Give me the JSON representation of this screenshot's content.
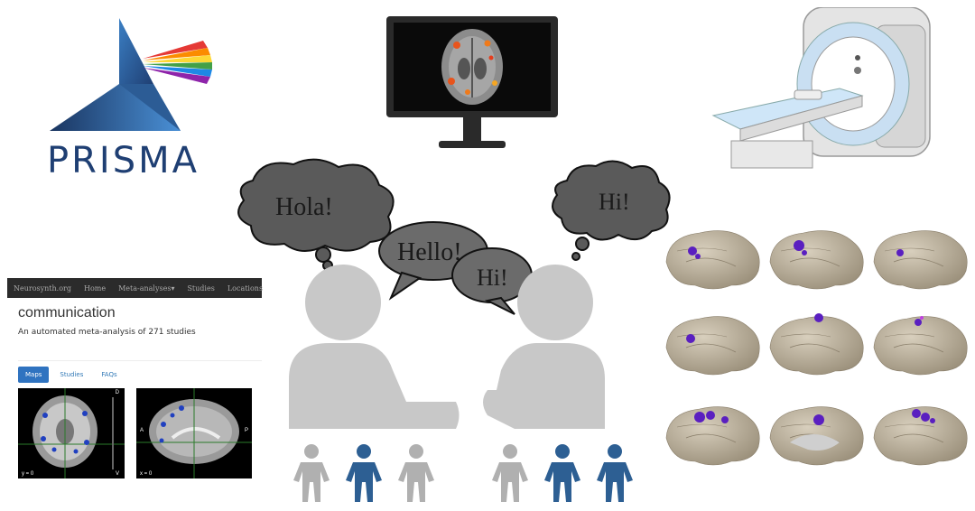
{
  "logo": {
    "text": "PRISMA",
    "colors": {
      "primary": "#1f3f73",
      "secondary": "#2f6fa8"
    }
  },
  "conversation": {
    "left_thought": "Hola!",
    "center_bubble": "Hello!",
    "right_bubble": "Hi!",
    "right_thought": "Hi!",
    "bubble_color": "#6b6b6b",
    "thought_color": "#5a5a5a",
    "person_color": "#c8c8c8"
  },
  "neurosynth": {
    "nav": [
      "Neurosynth.org",
      "Home",
      "Meta-analyses▾",
      "Studies",
      "Locations"
    ],
    "title": "communication",
    "subtitle": "An automated meta-analysis of 271 studies",
    "tabs": [
      "Maps",
      "Studies",
      "FAQs"
    ],
    "views": {
      "coronal": {
        "coord": "y = 0",
        "left": "",
        "top_right": "D",
        "bottom_right": "V"
      },
      "sagittal": {
        "coord": "x = 0",
        "left": "A",
        "right": "P"
      }
    }
  },
  "people": {
    "left_group": [
      "gray",
      "blue",
      "gray"
    ],
    "right_group": [
      "gray",
      "blue",
      "blue"
    ],
    "blue": "#2d5f93",
    "gray": "#b0b0b0"
  },
  "brain_grid": {
    "rows": 3,
    "cols": 3,
    "activation_color": "#5a1fc0",
    "cortex_color": "#b8ad9a"
  }
}
